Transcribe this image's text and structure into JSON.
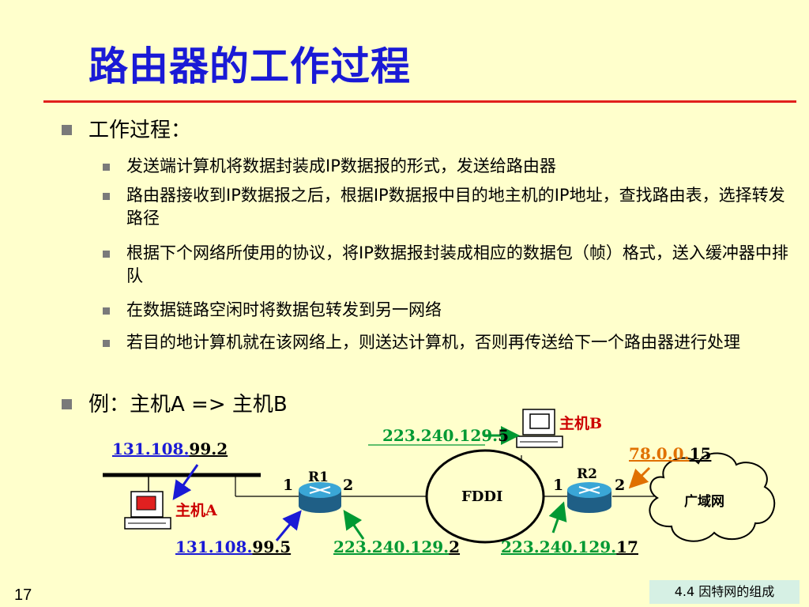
{
  "title": "路由器的工作过程",
  "section_heading": "工作过程：",
  "steps": [
    "发送端计算机将数据封装成IP数据报的形式，发送给路由器",
    "路由器接收到IP数据报之后，根据IP数据报中目的地主机的IP地址，查找路由表，选择转发路径",
    "根据下个网络所使用的协议，将IP数据报封装成相应的数据包（帧）格式，送入缓冲器中排队",
    "在数据链路空闲时将数据包转发到另一网络",
    "若目的地计算机就在该网络上，则送达计算机，否则再传送给下一个路由器进行处理"
  ],
  "example": "例：主机A => 主机B",
  "diagram": {
    "host_a_label": "主机A",
    "host_b_label": "主机B",
    "ip_host_a_prefix": "131.108.",
    "ip_host_a_suffix": "99.2",
    "ip_r1_left_prefix": "131.108.",
    "ip_r1_left_suffix": "99.5",
    "ip_r1_right_prefix": "223.240.129.",
    "ip_r1_right_suffix": "2",
    "ip_host_b_prefix": "223.240.129.",
    "ip_host_b_suffix": "5",
    "ip_r2_left_prefix": "223.240.129.",
    "ip_r2_left_suffix": "17",
    "ip_r2_right_prefix": "78.0.0.",
    "ip_r2_right_suffix": "15",
    "r1_label": "R1",
    "r2_label": "R2",
    "r1_port_1": "1",
    "r1_port_2": "2",
    "r2_port_1": "1",
    "r2_port_2": "2",
    "fddi_label": "FDDI",
    "wan_label": "广域网"
  },
  "page_number": "17",
  "footer": "4.4   因特网的组成",
  "colors": {
    "title": "#1a1ad6",
    "rule": "#e0201c",
    "blue_prefix": "#1a1ad6",
    "green_prefix": "#009933",
    "orange_prefix": "#e07000",
    "background": "#ffffcc"
  }
}
